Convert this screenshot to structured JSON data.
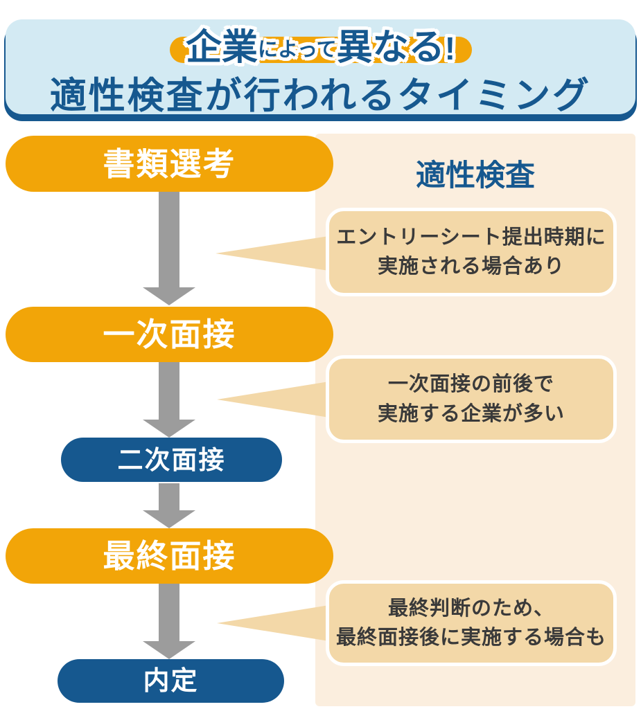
{
  "header": {
    "badge": {
      "part_large_1": "企業",
      "part_small": "によって",
      "part_large_2": "異なる",
      "part_exclaim": "!"
    },
    "title": "適性検査が行われるタイミング"
  },
  "flow": {
    "steps": [
      {
        "label": "書類選考",
        "style": "orange"
      },
      {
        "label": "一次面接",
        "style": "orange"
      },
      {
        "label": "二次面接",
        "style": "blue"
      },
      {
        "label": "最終面接",
        "style": "orange"
      },
      {
        "label": "内定",
        "style": "blue"
      }
    ]
  },
  "panel": {
    "title": "適性検査",
    "notes": [
      {
        "line1": "エントリーシート提出時期に",
        "line2": "実施される場合あり"
      },
      {
        "line1": "一次面接の前後で",
        "line2": "実施する企業が多い"
      },
      {
        "line1": "最終判断のため、",
        "line2": "最終面接後に実施する場合も"
      }
    ]
  },
  "colors": {
    "orange": "#F2A508",
    "blue": "#16588F",
    "header_bg": "#D3EAF3",
    "panel_bg": "#FBEEDE",
    "bubble_bg": "#F3D8A8",
    "bubble_text": "#3A3A3A",
    "arrow_gray": "#9C9C9C",
    "outline_white": "#FFFFFF"
  }
}
